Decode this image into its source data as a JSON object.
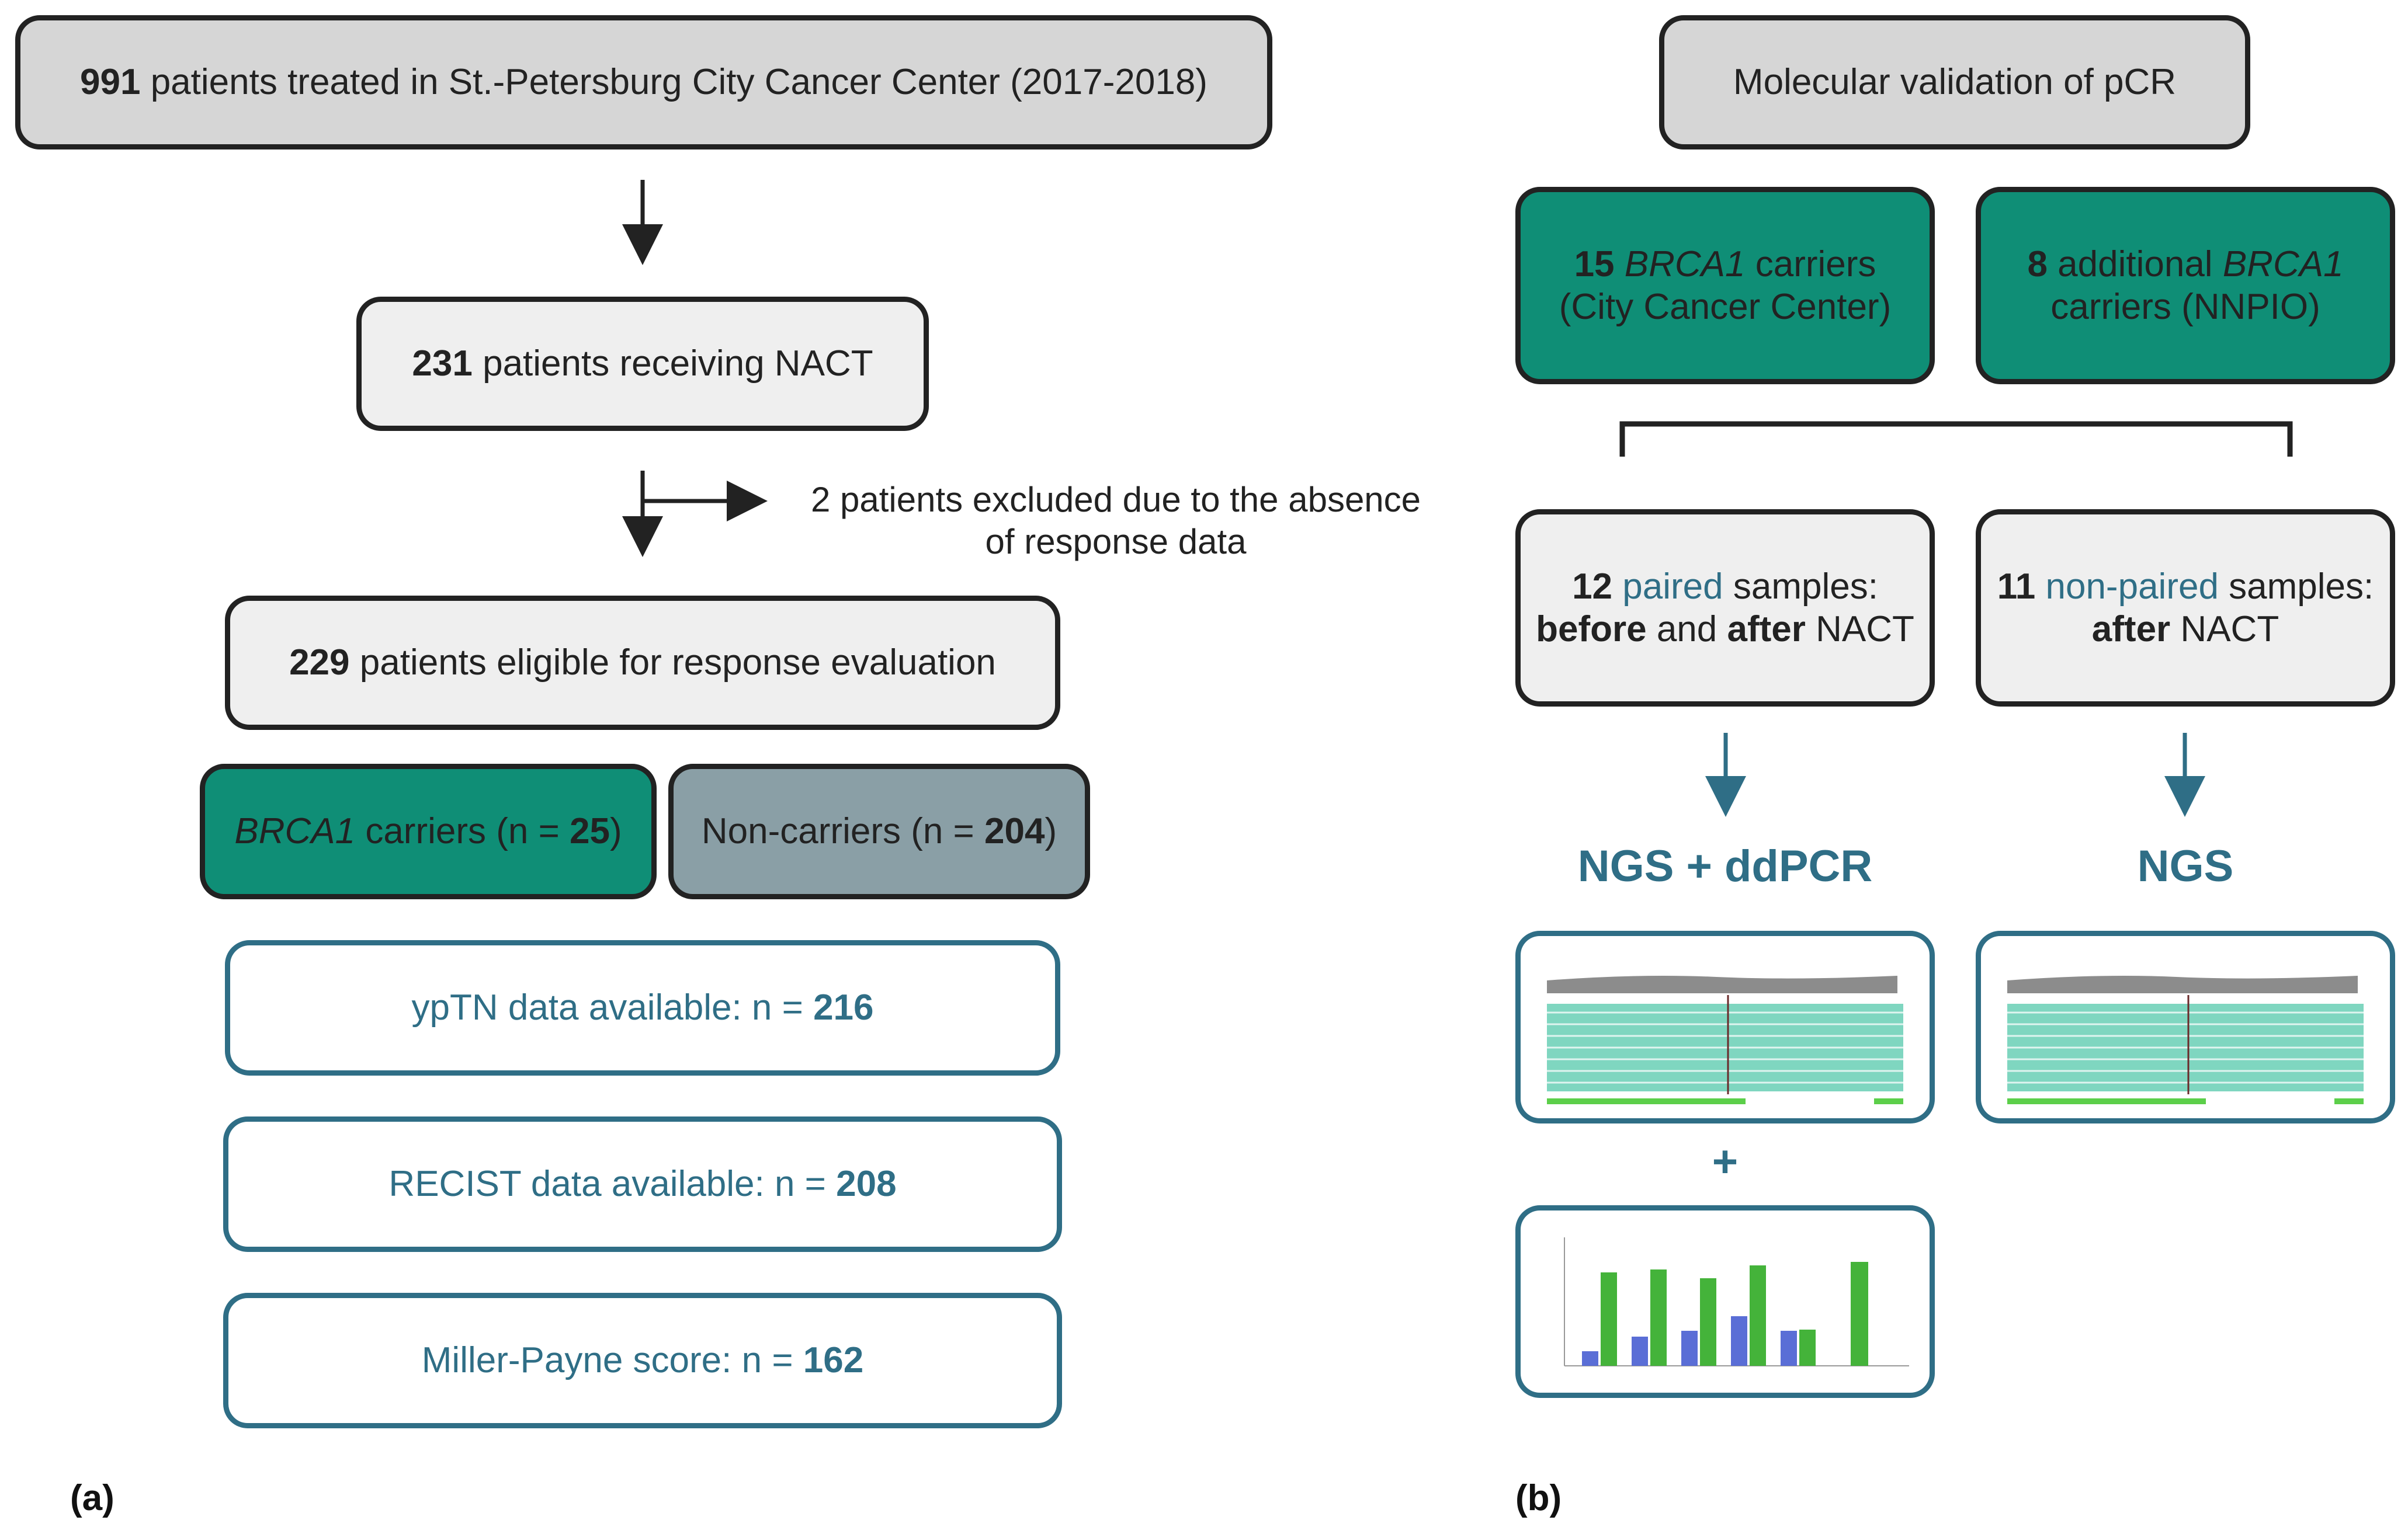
{
  "panel_a": {
    "label": "(a)",
    "top_box": {
      "number": "991",
      "text": " patients treated in St.-Petersburg City Cancer Center (2017-2018)"
    },
    "nact_box": {
      "number": "231",
      "text": " patients receiving NACT"
    },
    "excluded_note": {
      "line1": "2 patients excluded due to the absence",
      "line2": "of response data"
    },
    "eligible_box": {
      "number": "229",
      "text": " patients eligible for response evaluation"
    },
    "carriers_box": {
      "gene": "BRCA1",
      "text": " carriers (n = ",
      "n": "25",
      "close": ")"
    },
    "noncarriers_box": {
      "text": "Non-carriers (n = ",
      "n": "204",
      "close": ")"
    },
    "yptn_box": {
      "text": "ypTN data available: n = ",
      "n": "216"
    },
    "recist_box": {
      "text": "RECIST data available: n = ",
      "n": "208"
    },
    "miller_box": {
      "text": "Miller-Payne score: n = ",
      "n": "162"
    }
  },
  "panel_b": {
    "label": "(b)",
    "title_box": "Molecular validation of pCR",
    "city_box": {
      "number": "15",
      "gene": "BRCA1",
      "line1_rest": " carriers",
      "line2": "(City Cancer Center)"
    },
    "nnpio_box": {
      "number": "8",
      "line1_mid": " additional ",
      "gene": "BRCA1",
      "line2": "carriers (NNPIO)"
    },
    "paired_box": {
      "number": "12",
      "word": " paired",
      "rest": " samples:",
      "before": "before",
      "and": " and ",
      "after": "after",
      "nact": " NACT"
    },
    "nonpaired_box": {
      "number": "11",
      "word": " non-paired",
      "rest": " samples:",
      "after": "after",
      "nact": " NACT"
    },
    "method_left": "NGS + ddPCR",
    "method_right": "NGS",
    "plus": "+"
  },
  "colors": {
    "green": "#0f8e76",
    "slate": "#8a9fa6",
    "gray": "#d6d6d6",
    "light": "#efefef",
    "teal_text": "#2f6e86",
    "border": "#222222"
  }
}
